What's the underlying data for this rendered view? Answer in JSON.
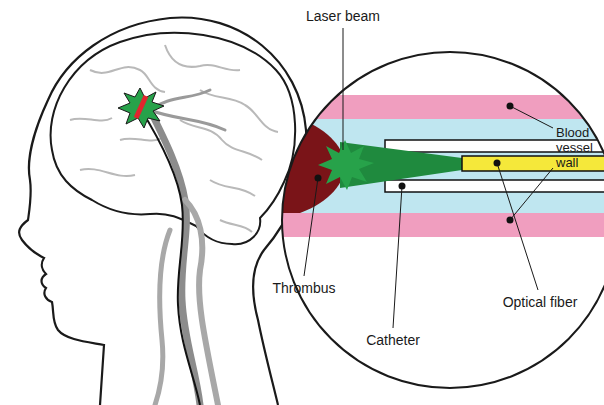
{
  "diagram": {
    "labels": [
      "Laser beam",
      "Blood vessel wall",
      "Thrombus",
      "Optical fiber",
      "Catheter"
    ]
  }
}
